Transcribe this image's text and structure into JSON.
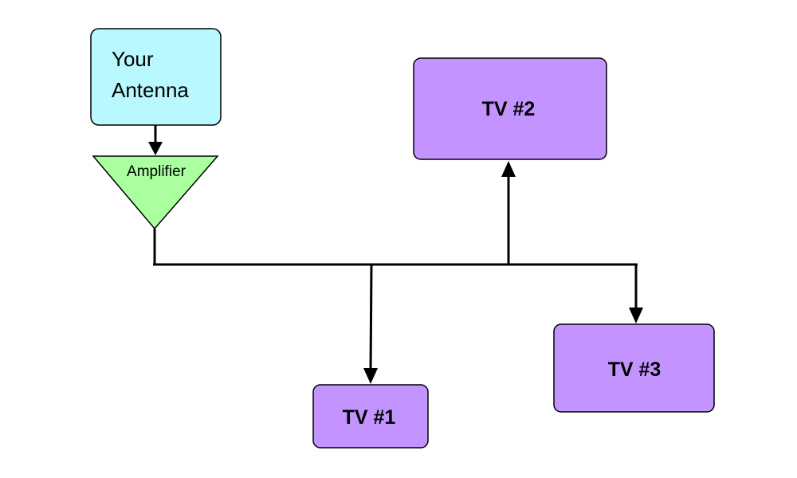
{
  "antenna": {
    "line1": "Your",
    "line2": "Antenna",
    "fill": "#b8f8fe"
  },
  "amplifier": {
    "label": "Amplifier",
    "fill": "#aaff9f"
  },
  "tvs": [
    {
      "label": "TV #1"
    },
    {
      "label": "TV #2"
    },
    {
      "label": "TV #3"
    }
  ],
  "colors": {
    "tv_fill": "#c394ff",
    "stroke": "#000000"
  }
}
